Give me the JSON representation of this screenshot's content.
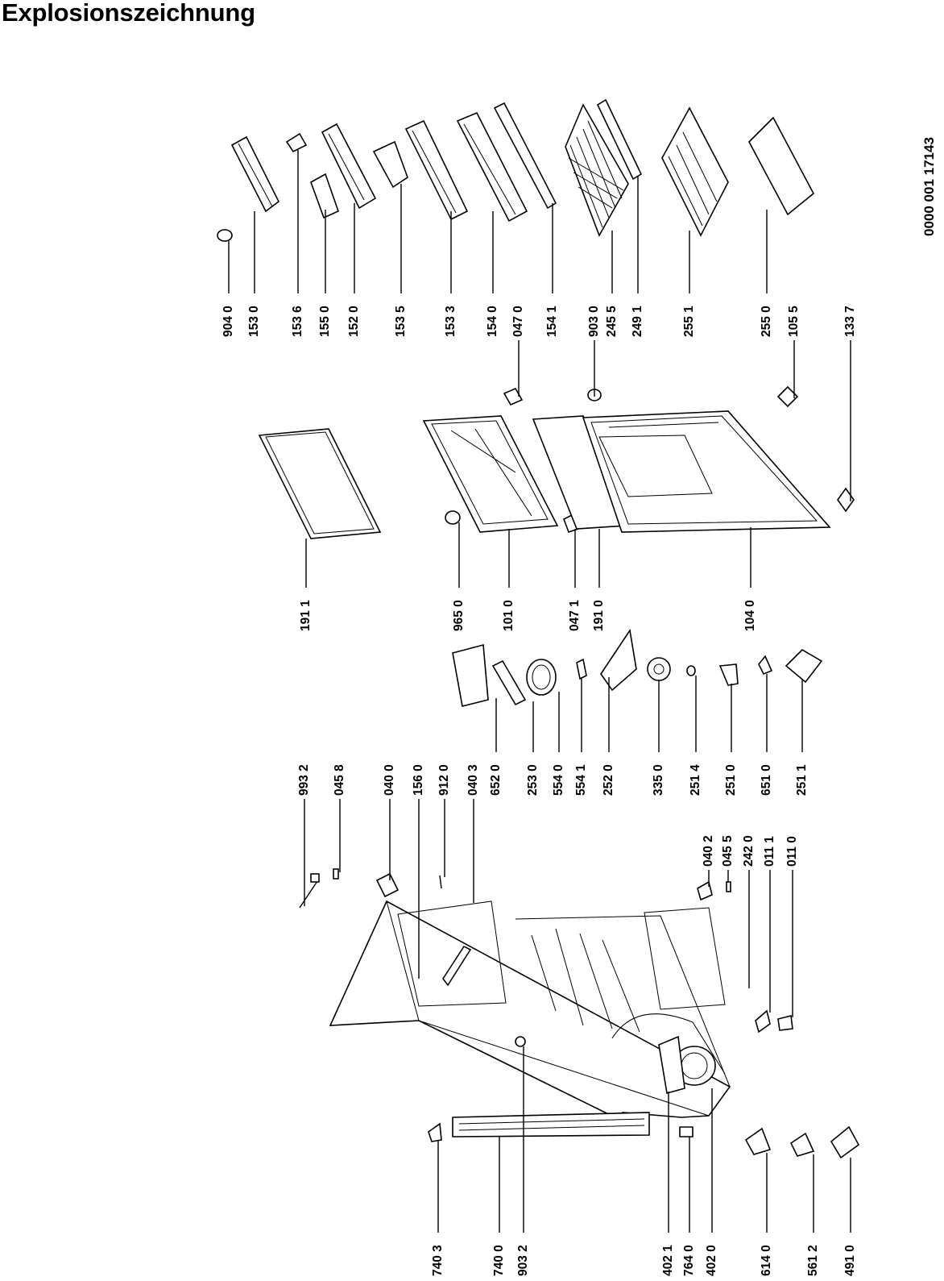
{
  "title": "Explosionszeichnung",
  "document_number": "0000 001 17143",
  "part_labels": [
    "904 0",
    "153 0",
    "153 6",
    "155 0",
    "152 0",
    "153 5",
    "153 3",
    "154 0",
    "047 0",
    "154 1",
    "903 0",
    "245 5",
    "249 1",
    "255 1",
    "255 0",
    "105 5",
    "133 7",
    "191 1",
    "965 0",
    "101 0",
    "047 1",
    "191 0",
    "104 0",
    "993 2",
    "045 8",
    "040 0",
    "156 0",
    "912 0",
    "040 3",
    "652 0",
    "253 0",
    "554 0",
    "554 1",
    "252 0",
    "335 0",
    "251 4",
    "251 0",
    "651 0",
    "251 1",
    "040 2",
    "045 5",
    "242 0",
    "011 1",
    "011 0",
    "740 3",
    "740 0",
    "903 2",
    "402 1",
    "764 0",
    "402 0",
    "614 0",
    "561 2",
    "491 0"
  ]
}
